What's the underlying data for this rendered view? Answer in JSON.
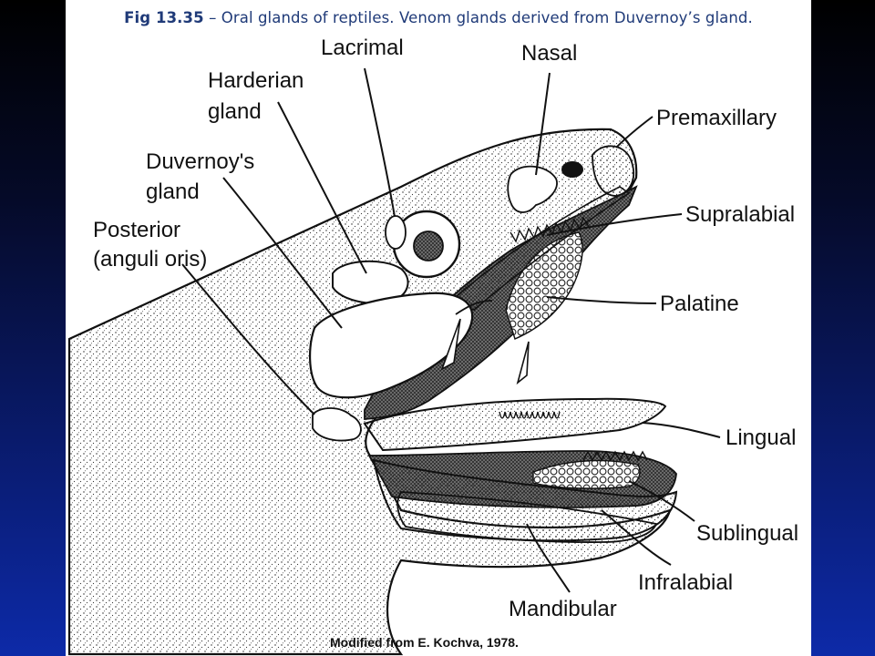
{
  "caption": {
    "lead": "Fig 13.35",
    "rest": " – Oral glands of reptiles. Venom glands derived from Duvernoy’s gland."
  },
  "labels": {
    "lacrimal": "Lacrimal",
    "nasal": "Nasal",
    "harderian_1": "Harderian",
    "harderian_2": "gland",
    "premaxillary": "Premaxillary",
    "duvernoy_1": "Duvernoy's",
    "duvernoy_2": "gland",
    "supralabial": "Supralabial",
    "posterior_1": "Posterior",
    "posterior_2": "(anguli oris)",
    "palatine": "Palatine",
    "lingual": "Lingual",
    "sublingual": "Sublingual",
    "infralabial": "Infralabial",
    "mandibular": "Mandibular"
  },
  "credit": "Modified from E. Kochva, 1978.",
  "colors": {
    "caption": "#1f3a78",
    "ink": "#111111",
    "panel": "#ffffff"
  }
}
